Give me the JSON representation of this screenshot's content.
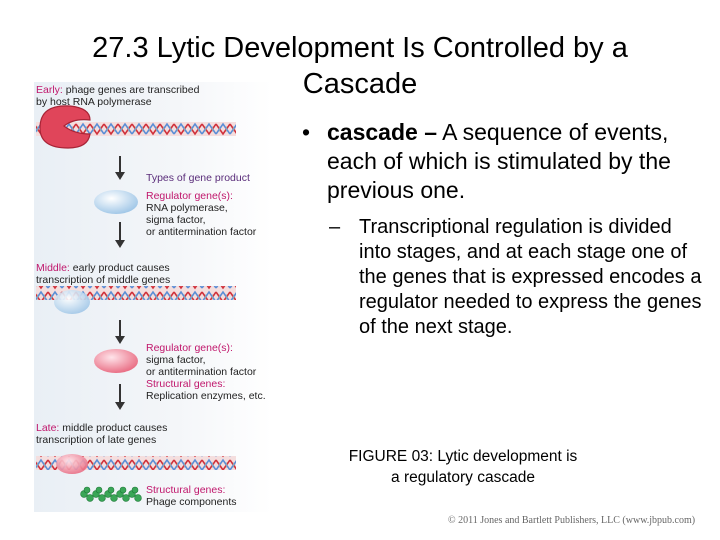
{
  "slide": {
    "title": "27.3  Lytic Development Is Controlled by a Cascade",
    "bullet_marker": "•",
    "sub_marker": "–",
    "bullet": {
      "term": "cascade –",
      "text": " A sequence of events, each of which is stimulated by the previous one."
    },
    "sub_bullet": "Transcriptional regulation is divided into stages, and at each stage one of the genes that is expressed encodes a regulator needed to express the genes of the next stage.",
    "caption_line1": "FIGURE 03: Lytic development is",
    "caption_line2": "a regulatory cascade",
    "copyright": "© 2011 Jones and Bartlett Publishers, LLC (www.jbpub.com)"
  },
  "figure": {
    "early_head": "Early:",
    "early_l1": " phage genes are transcribed",
    "early_l2": "by host RNA polymerase",
    "types_label": "Types of gene product",
    "reg1_head": "Regulator gene(s):",
    "reg1_l1": "RNA polymerase,",
    "reg1_l2": "sigma factor,",
    "reg1_l3": "or antitermination factor",
    "middle_head": "Middle:",
    "middle_l1": " early product causes",
    "middle_l2": "transcription of middle genes",
    "reg2_head": "Regulator gene(s):",
    "reg2_l1": "sigma factor,",
    "reg2_l2": "or antitermination factor",
    "struct1_head": "Structural genes:",
    "struct1_l1": "Replication enzymes, etc.",
    "late_head": "Late:",
    "late_l1": " middle product causes",
    "late_l2": "transcription of late genes",
    "struct2_head": "Structural genes:",
    "struct2_l1": "Phage components",
    "colors": {
      "accent": "#c0176c",
      "dna_red": "#d0313b",
      "dna_blue": "#5b8ed6",
      "polymerase": "#e0455a",
      "blue_factor": "#bcd8ee",
      "pink_factor": "#ef8fa2",
      "green_components": "#3aa657"
    }
  }
}
